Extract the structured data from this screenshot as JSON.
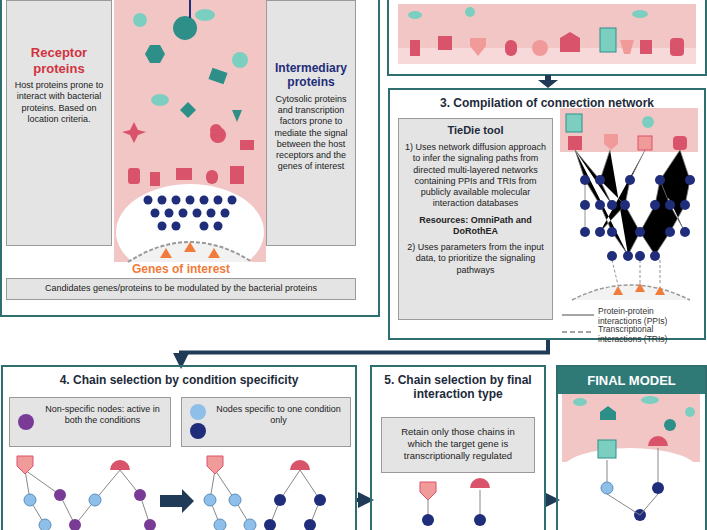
{
  "diagram": {
    "nodes": [
      {
        "text": [
          "Receptor proteins",
          "Host proteins prone to interact with bacterial proteins. Based on location criteria."
        ]
      },
      {
        "text": [
          "Intermediary proteins",
          "Cytosolic proteins and transcription factors prone to mediate the signal between the host receptors and the genes of interest"
        ]
      },
      {
        "text": [
          "Genes of interest",
          "Candidates genes/proteins to be modulated by the bacterial proteins"
        ]
      },
      {
        "text": [
          "3. Compilation of connection network"
        ]
      },
      {
        "text": [
          "TieDie tool",
          "1) Uses network diffusion approach to infer the signaling paths from directed multi-layered networks containing PPIs and TRIs from publicly available molecular interaction databases",
          "Resources: OmniPath and DoRothEA",
          "2) Uses parameters from the input data, to prioritize the signaling pathways"
        ],
        "in": 3
      },
      {
        "text": [
          "4. Chain selection by condition specificity"
        ]
      },
      {
        "text": [
          "Non-specific nodes: active in both the conditions"
        ],
        "in": 5
      },
      {
        "text": [
          "Nodes specific to one condition only"
        ],
        "in": 5
      },
      {
        "text": [
          "5. Chain selection by final interaction type"
        ]
      },
      {
        "text": [
          "Retain only those chains in which the target gene is transcriptionally regulated"
        ],
        "in": 8
      },
      {
        "text": [
          "FINAL MODEL"
        ]
      }
    ],
    "edges": [
      {
        "from": 3,
        "to": 5,
        "arrow": "to"
      },
      {
        "from": 5,
        "to": 8,
        "arrow": "to"
      },
      {
        "from": 8,
        "to": 10,
        "arrow": "to"
      }
    ],
    "legend": [
      {
        "text": "Protein-protein interactions (PPIs)"
      },
      {
        "text": "Transcriptional interactions (TRIs)"
      }
    ]
  }
}
